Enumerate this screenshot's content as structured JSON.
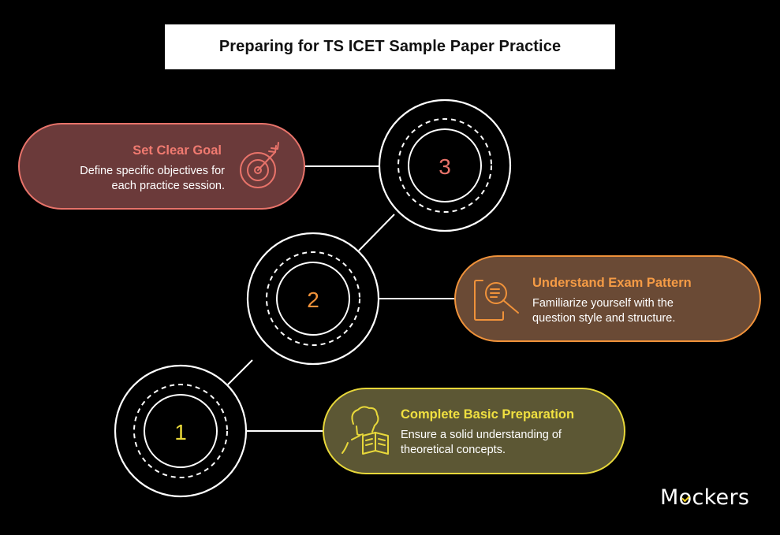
{
  "title": "Preparing for TS ICET Sample Paper Practice",
  "colors": {
    "background": "#000000",
    "goal_accent": "#e8736a",
    "goal_fill": "#6b3a3a",
    "pattern_accent": "#f0923a",
    "pattern_fill": "#6a4a35",
    "prep_accent": "#e8d83a",
    "prep_fill": "#5c5734"
  },
  "steps": [
    {
      "number": "3",
      "title": "Set Clear Goal",
      "description_lines": [
        "Define specific objectives for",
        "each practice session."
      ],
      "icon": "target-arrow-icon"
    },
    {
      "number": "2",
      "title": "Understand Exam Pattern",
      "description_lines": [
        "Familiarize yourself with the",
        "question style and structure."
      ],
      "icon": "document-magnifier-icon"
    },
    {
      "number": "1",
      "title": "Complete Basic Preparation",
      "description_lines": [
        "Ensure a solid understanding of",
        "theoretical concepts."
      ],
      "icon": "reading-person-icon"
    }
  ],
  "logo": {
    "prefix": "M",
    "suffix": "ckers",
    "o_glyph": "o"
  }
}
